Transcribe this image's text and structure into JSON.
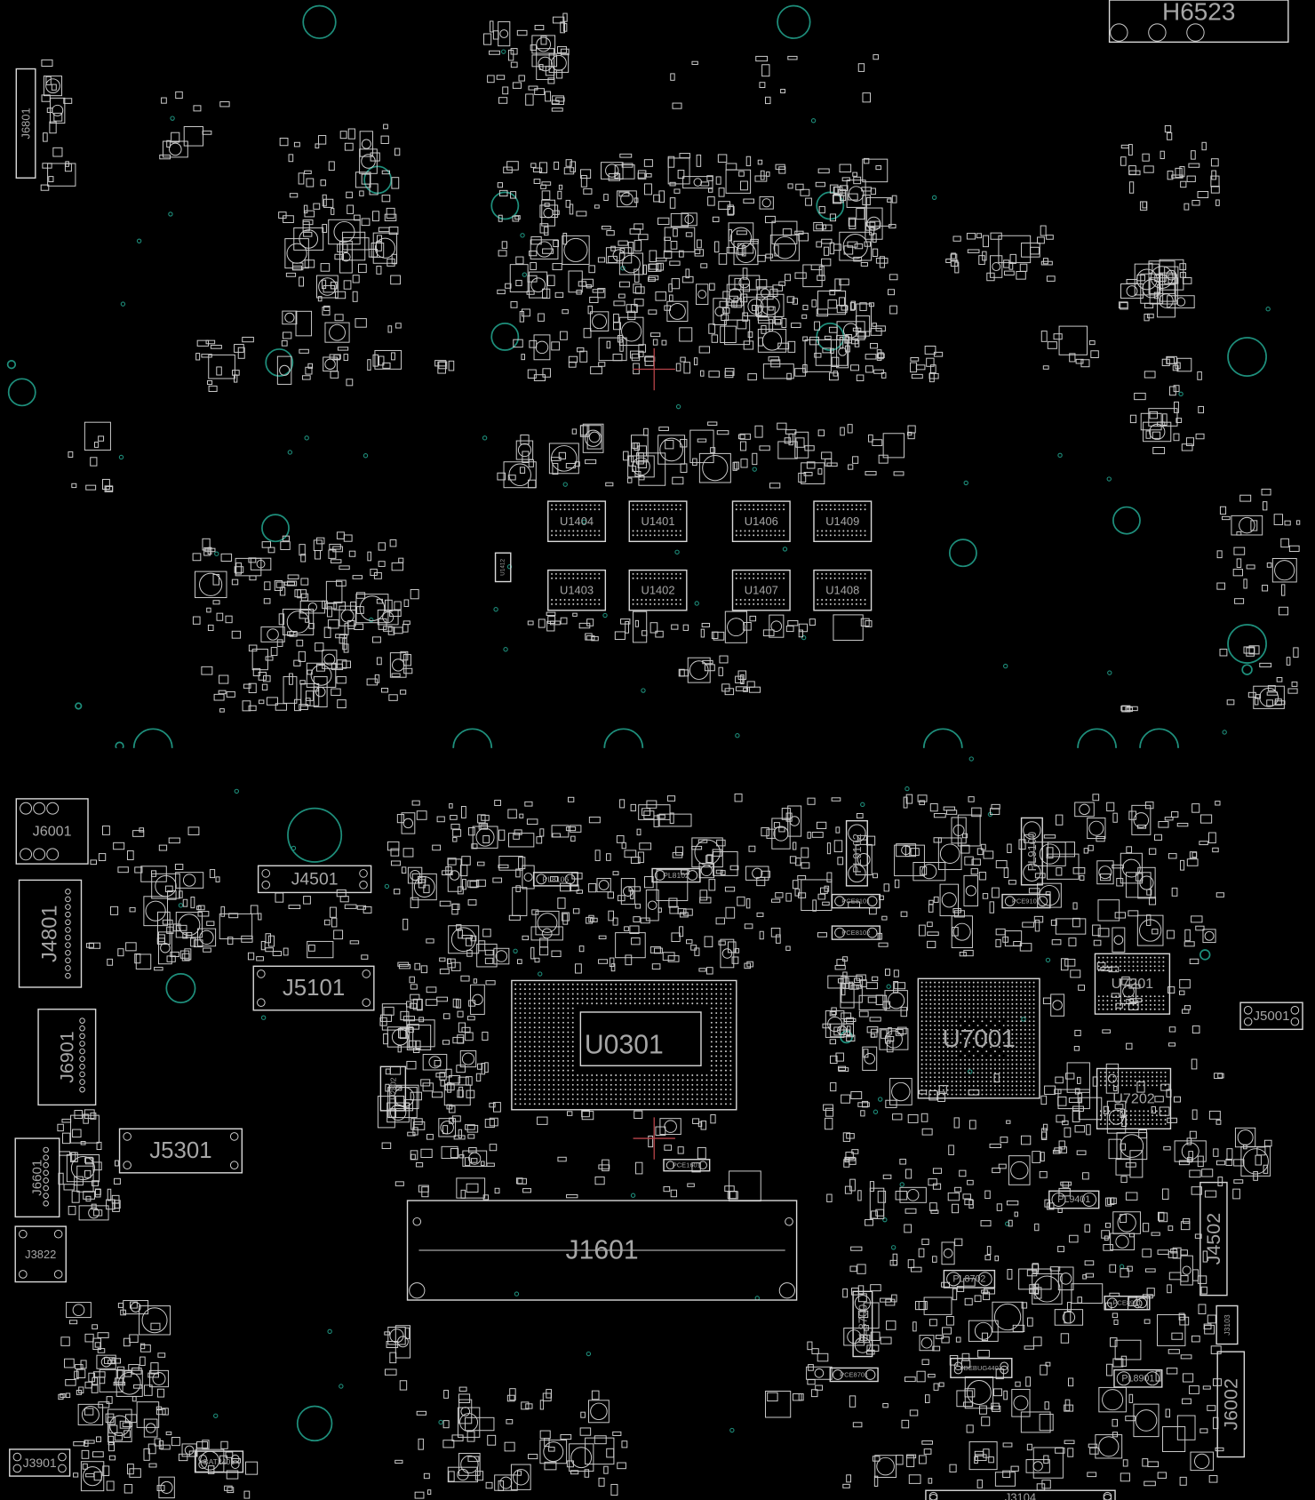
{
  "board": {
    "title": "Boardview",
    "colors": {
      "background": "#000000",
      "outline": "#d9d9d9",
      "label": "#a6a6a6",
      "hole": "#1e8f7c",
      "marker": "#b8444a"
    }
  },
  "components": [
    {
      "ref": "H6523",
      "kind": "mount"
    },
    {
      "ref": "J6801",
      "kind": "connector"
    },
    {
      "ref": "U1404",
      "kind": "memory"
    },
    {
      "ref": "U1401",
      "kind": "memory"
    },
    {
      "ref": "U1406",
      "kind": "memory"
    },
    {
      "ref": "U1409",
      "kind": "memory"
    },
    {
      "ref": "U1403",
      "kind": "memory"
    },
    {
      "ref": "U1402",
      "kind": "memory"
    },
    {
      "ref": "U1407",
      "kind": "memory"
    },
    {
      "ref": "U1408",
      "kind": "memory"
    },
    {
      "ref": "J6001",
      "kind": "connector"
    },
    {
      "ref": "J4501",
      "kind": "connector"
    },
    {
      "ref": "J4801",
      "kind": "connector"
    },
    {
      "ref": "J5101",
      "kind": "connector"
    },
    {
      "ref": "J6901",
      "kind": "connector"
    },
    {
      "ref": "J5301",
      "kind": "connector"
    },
    {
      "ref": "J6601",
      "kind": "connector"
    },
    {
      "ref": "J3822",
      "kind": "connector"
    },
    {
      "ref": "J3901",
      "kind": "connector"
    },
    {
      "ref": "U0301",
      "kind": "cpu"
    },
    {
      "ref": "J1601",
      "kind": "connector"
    },
    {
      "ref": "U7001",
      "kind": "bga"
    },
    {
      "ref": "U7201",
      "kind": "memory"
    },
    {
      "ref": "U7202",
      "kind": "memory"
    },
    {
      "ref": "J5001",
      "kind": "connector"
    },
    {
      "ref": "J4502",
      "kind": "connector"
    },
    {
      "ref": "J6002",
      "kind": "connector"
    },
    {
      "ref": "J3103",
      "kind": "connector"
    },
    {
      "ref": "J3104",
      "kind": "connector"
    },
    {
      "ref": "PL9102",
      "kind": "inductor"
    },
    {
      "ref": "PL9100",
      "kind": "inductor"
    },
    {
      "ref": "PL8700",
      "kind": "inductor"
    },
    {
      "ref": "PL8702",
      "kind": "inductor"
    },
    {
      "ref": "PL9401",
      "kind": "inductor"
    },
    {
      "ref": "PL8901",
      "kind": "inductor"
    },
    {
      "ref": "PL8106",
      "kind": "inductor"
    },
    {
      "ref": "PL8102",
      "kind": "inductor"
    },
    {
      "ref": "PCE8101",
      "kind": "capacitor"
    },
    {
      "ref": "PCE8102",
      "kind": "capacitor"
    },
    {
      "ref": "PCE9101",
      "kind": "capacitor"
    },
    {
      "ref": "PCE8901",
      "kind": "capacitor"
    },
    {
      "ref": "PCE8701",
      "kind": "capacitor"
    },
    {
      "ref": "BAT2401",
      "kind": "battery"
    },
    {
      "ref": "JDEBUG4401",
      "kind": "connector"
    },
    {
      "ref": "U2802",
      "kind": "ic"
    },
    {
      "ref": "U1412",
      "kind": "ic"
    },
    {
      "ref": "PCE1601",
      "kind": "capacitor"
    }
  ]
}
